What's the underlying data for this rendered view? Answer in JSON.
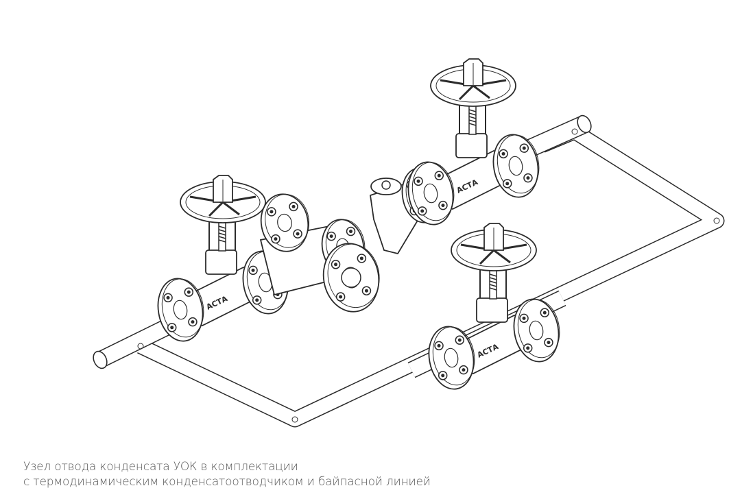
{
  "diagram": {
    "title": "Steam condensate drain unit drawing",
    "valve_logo": "АСТА",
    "line_color": "#2b2b2b"
  },
  "caption": {
    "line1": "Узел отвода конденсата УОК в комплектации",
    "line2": "с термодинамическим конденсатоотводчиком и байпасной линией"
  }
}
